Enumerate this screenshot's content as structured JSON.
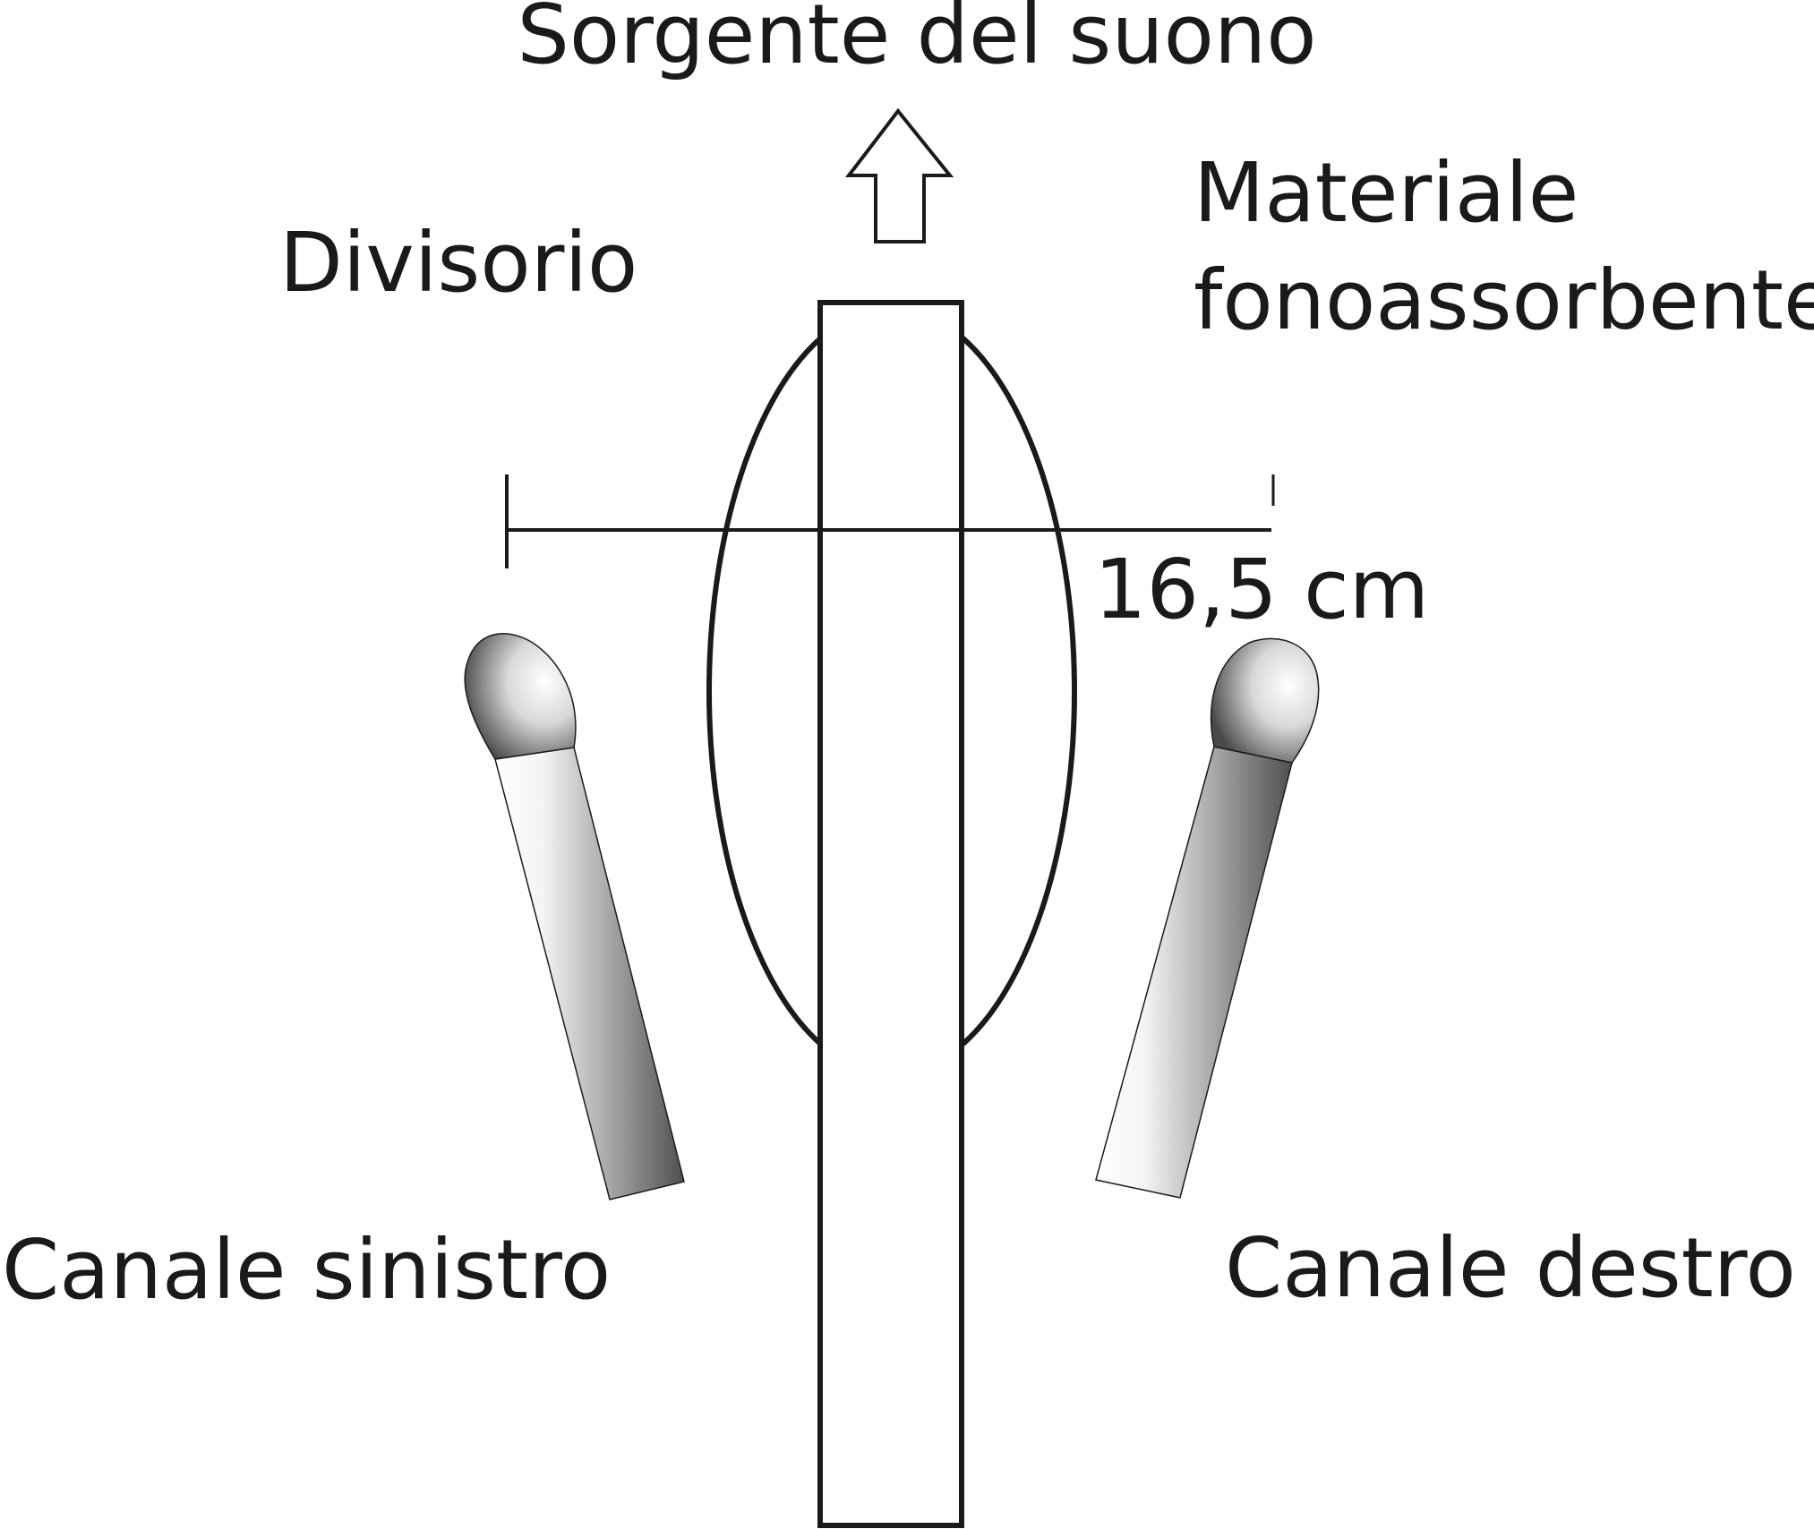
{
  "labels": {
    "source": "Sorgente del suono",
    "absorbent_line1": "Materiale",
    "absorbent_line2": "fonoassorbente",
    "divider": "Divisorio",
    "measure": "16,5 cm",
    "left_channel": "Canale sinistro",
    "right_channel": "Canale destro"
  },
  "icons": {
    "direction": "up-arrow-icon",
    "microphone": "microphone-icon"
  },
  "colors": {
    "ink": "#1a1a1a",
    "mic_light": "#ffffff",
    "mic_dark": "#4d4d4d"
  }
}
